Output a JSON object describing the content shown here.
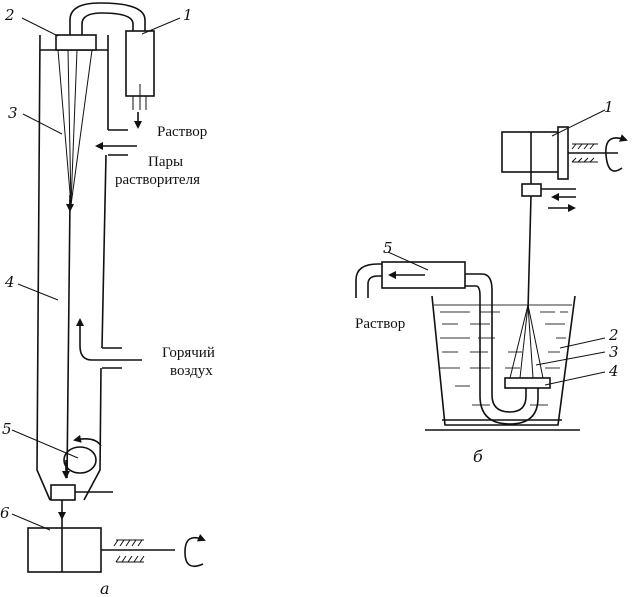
{
  "figure": {
    "panel_a": {
      "caption": "а",
      "labels": {
        "n1": "1",
        "n2": "2",
        "n3": "3",
        "n4": "4",
        "n5": "5",
        "n6": "6"
      },
      "annotations": {
        "solution": "Раствор",
        "solvent_vapor_line1": "Пары",
        "solvent_vapor_line2": "растворителя",
        "hot_air_line1": "Горячий",
        "hot_air_line2": "воздух"
      }
    },
    "panel_b": {
      "caption": "б",
      "labels": {
        "n1": "1",
        "n2": "2",
        "n3": "3",
        "n4": "4",
        "n5": "5"
      },
      "annotations": {
        "solution": "Раствор"
      }
    }
  }
}
